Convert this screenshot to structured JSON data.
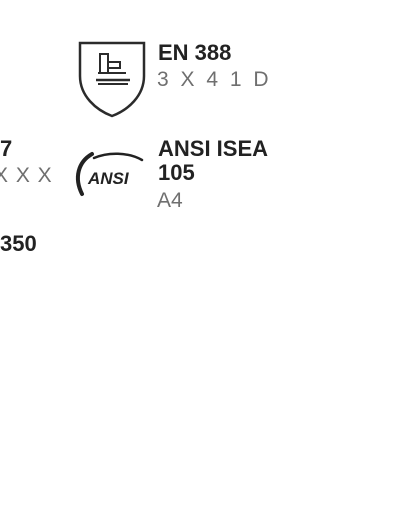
{
  "left_column": {
    "row1_title_fragment": "7",
    "row1_code_fragment": "X X X",
    "row2_title_fragment": "350"
  },
  "standards": [
    {
      "icon": "en388-glove-shield-icon",
      "title": "EN 388",
      "code": "3 X 4 1 D"
    },
    {
      "icon": "ansi-logo-icon",
      "icon_text": "ANSI",
      "title_line1": "ANSI ISEA",
      "title_line2": "105",
      "code": "A4"
    }
  ]
}
